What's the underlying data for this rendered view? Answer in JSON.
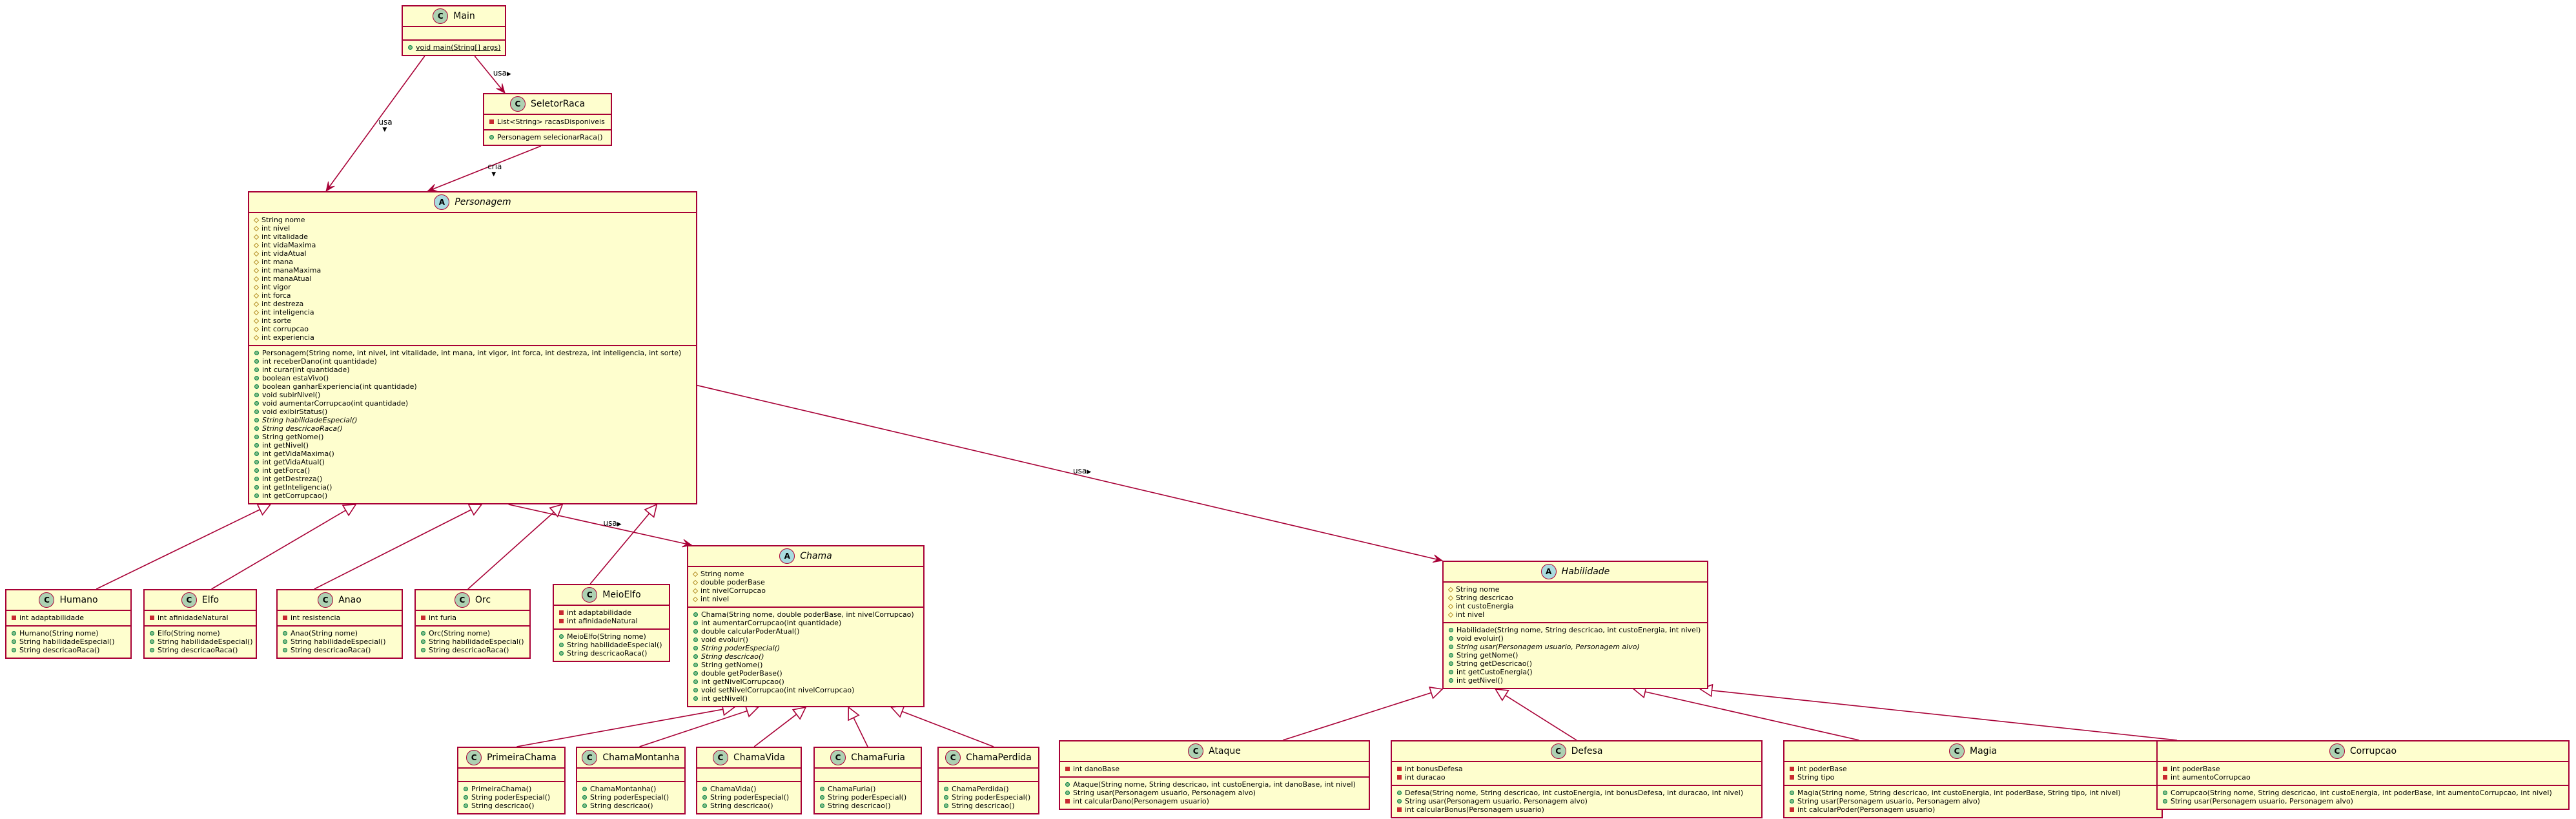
{
  "diagram": {
    "classes": [
      {
        "id": "Main",
        "name": "Main",
        "stereotype": "C",
        "abstract": false,
        "fields": [],
        "methods": [
          {
            "vis": "pub",
            "text": "void main(String[] args)",
            "static": true
          }
        ]
      },
      {
        "id": "SeletorRaca",
        "name": "SeletorRaca",
        "stereotype": "C",
        "abstract": false,
        "fields": [
          {
            "vis": "pri",
            "text": "List<String> racasDisponiveis"
          }
        ],
        "methods": [
          {
            "vis": "pub",
            "text": "Personagem selecionarRaca()"
          }
        ]
      },
      {
        "id": "Personagem",
        "name": "Personagem",
        "stereotype": "A",
        "abstract": true,
        "fields": [
          {
            "vis": "prot",
            "text": "String nome"
          },
          {
            "vis": "prot",
            "text": "int nivel"
          },
          {
            "vis": "prot",
            "text": "int vitalidade"
          },
          {
            "vis": "prot",
            "text": "int vidaMaxima"
          },
          {
            "vis": "prot",
            "text": "int vidaAtual"
          },
          {
            "vis": "prot",
            "text": "int mana"
          },
          {
            "vis": "prot",
            "text": "int manaMaxima"
          },
          {
            "vis": "prot",
            "text": "int manaAtual"
          },
          {
            "vis": "prot",
            "text": "int vigor"
          },
          {
            "vis": "prot",
            "text": "int forca"
          },
          {
            "vis": "prot",
            "text": "int destreza"
          },
          {
            "vis": "prot",
            "text": "int inteligencia"
          },
          {
            "vis": "prot",
            "text": "int sorte"
          },
          {
            "vis": "prot",
            "text": "int corrupcao"
          },
          {
            "vis": "prot",
            "text": "int experiencia"
          }
        ],
        "methods": [
          {
            "vis": "pub",
            "text": "Personagem(String nome, int nivel, int vitalidade, int mana, int vigor, int forca, int destreza, int inteligencia, int sorte)"
          },
          {
            "vis": "pub",
            "text": "int receberDano(int quantidade)"
          },
          {
            "vis": "pub",
            "text": "int curar(int quantidade)"
          },
          {
            "vis": "pub",
            "text": "boolean estaVivo()"
          },
          {
            "vis": "pub",
            "text": "boolean ganharExperiencia(int quantidade)"
          },
          {
            "vis": "pub",
            "text": "void subirNivel()"
          },
          {
            "vis": "pub",
            "text": "void aumentarCorrupcao(int quantidade)"
          },
          {
            "vis": "pub",
            "text": "void exibirStatus()"
          },
          {
            "vis": "pub",
            "text": "String habilidadeEspecial()",
            "italic": true
          },
          {
            "vis": "pub",
            "text": "String descricaoRaca()",
            "italic": true
          },
          {
            "vis": "pub",
            "text": "String getNome()"
          },
          {
            "vis": "pub",
            "text": "int getNivel()"
          },
          {
            "vis": "pub",
            "text": "int getVidaMaxima()"
          },
          {
            "vis": "pub",
            "text": "int getVidaAtual()"
          },
          {
            "vis": "pub",
            "text": "int getForca()"
          },
          {
            "vis": "pub",
            "text": "int getDestreza()"
          },
          {
            "vis": "pub",
            "text": "int getInteligencia()"
          },
          {
            "vis": "pub",
            "text": "int getCorrupcao()"
          }
        ]
      },
      {
        "id": "Humano",
        "name": "Humano",
        "stereotype": "C",
        "abstract": false,
        "fields": [
          {
            "vis": "pri",
            "text": "int adaptabilidade"
          }
        ],
        "methods": [
          {
            "vis": "pub",
            "text": "Humano(String nome)"
          },
          {
            "vis": "pub",
            "text": "String habilidadeEspecial()"
          },
          {
            "vis": "pub",
            "text": "String descricaoRaca()"
          }
        ]
      },
      {
        "id": "Elfo",
        "name": "Elfo",
        "stereotype": "C",
        "abstract": false,
        "fields": [
          {
            "vis": "pri",
            "text": "int afinidadeNatural"
          }
        ],
        "methods": [
          {
            "vis": "pub",
            "text": "Elfo(String nome)"
          },
          {
            "vis": "pub",
            "text": "String habilidadeEspecial()"
          },
          {
            "vis": "pub",
            "text": "String descricaoRaca()"
          }
        ]
      },
      {
        "id": "Anao",
        "name": "Anao",
        "stereotype": "C",
        "abstract": false,
        "fields": [
          {
            "vis": "pri",
            "text": "int resistencia"
          }
        ],
        "methods": [
          {
            "vis": "pub",
            "text": "Anao(String nome)"
          },
          {
            "vis": "pub",
            "text": "String habilidadeEspecial()"
          },
          {
            "vis": "pub",
            "text": "String descricaoRaca()"
          }
        ]
      },
      {
        "id": "Orc",
        "name": "Orc",
        "stereotype": "C",
        "abstract": false,
        "fields": [
          {
            "vis": "pri",
            "text": "int furia"
          }
        ],
        "methods": [
          {
            "vis": "pub",
            "text": "Orc(String nome)"
          },
          {
            "vis": "pub",
            "text": "String habilidadeEspecial()"
          },
          {
            "vis": "pub",
            "text": "String descricaoRaca()"
          }
        ]
      },
      {
        "id": "MeioElfo",
        "name": "MeioElfo",
        "stereotype": "C",
        "abstract": false,
        "fields": [
          {
            "vis": "pri",
            "text": "int adaptabilidade"
          },
          {
            "vis": "pri",
            "text": "int afinidadeNatural"
          }
        ],
        "methods": [
          {
            "vis": "pub",
            "text": "MeioElfo(String nome)"
          },
          {
            "vis": "pub",
            "text": "String habilidadeEspecial()"
          },
          {
            "vis": "pub",
            "text": "String descricaoRaca()"
          }
        ]
      },
      {
        "id": "Chama",
        "name": "Chama",
        "stereotype": "A",
        "abstract": true,
        "fields": [
          {
            "vis": "prot",
            "text": "String nome"
          },
          {
            "vis": "prot",
            "text": "double poderBase"
          },
          {
            "vis": "prot",
            "text": "int nivelCorrupcao"
          },
          {
            "vis": "prot",
            "text": "int nivel"
          }
        ],
        "methods": [
          {
            "vis": "pub",
            "text": "Chama(String nome, double poderBase, int nivelCorrupcao)"
          },
          {
            "vis": "pub",
            "text": "int aumentarCorrupcao(int quantidade)"
          },
          {
            "vis": "pub",
            "text": "double calcularPoderAtual()"
          },
          {
            "vis": "pub",
            "text": "void evoluir()"
          },
          {
            "vis": "pub",
            "text": "String poderEspecial()",
            "italic": true
          },
          {
            "vis": "pub",
            "text": "String descricao()",
            "italic": true
          },
          {
            "vis": "pub",
            "text": "String getNome()"
          },
          {
            "vis": "pub",
            "text": "double getPoderBase()"
          },
          {
            "vis": "pub",
            "text": "int getNivelCorrupcao()"
          },
          {
            "vis": "pub",
            "text": "void setNivelCorrupcao(int nivelCorrupcao)"
          },
          {
            "vis": "pub",
            "text": "int getNivel()"
          }
        ]
      },
      {
        "id": "PrimeiraChama",
        "name": "PrimeiraChama",
        "stereotype": "C",
        "abstract": false,
        "fields": [],
        "methods": [
          {
            "vis": "pub",
            "text": "PrimeiraChama()"
          },
          {
            "vis": "pub",
            "text": "String poderEspecial()"
          },
          {
            "vis": "pub",
            "text": "String descricao()"
          }
        ]
      },
      {
        "id": "ChamaMontanha",
        "name": "ChamaMontanha",
        "stereotype": "C",
        "abstract": false,
        "fields": [],
        "methods": [
          {
            "vis": "pub",
            "text": "ChamaMontanha()"
          },
          {
            "vis": "pub",
            "text": "String poderEspecial()"
          },
          {
            "vis": "pub",
            "text": "String descricao()"
          }
        ]
      },
      {
        "id": "ChamaVida",
        "name": "ChamaVida",
        "stereotype": "C",
        "abstract": false,
        "fields": [],
        "methods": [
          {
            "vis": "pub",
            "text": "ChamaVida()"
          },
          {
            "vis": "pub",
            "text": "String poderEspecial()"
          },
          {
            "vis": "pub",
            "text": "String descricao()"
          }
        ]
      },
      {
        "id": "ChamaFuria",
        "name": "ChamaFuria",
        "stereotype": "C",
        "abstract": false,
        "fields": [],
        "methods": [
          {
            "vis": "pub",
            "text": "ChamaFuria()"
          },
          {
            "vis": "pub",
            "text": "String poderEspecial()"
          },
          {
            "vis": "pub",
            "text": "String descricao()"
          }
        ]
      },
      {
        "id": "ChamaPerdida",
        "name": "ChamaPerdida",
        "stereotype": "C",
        "abstract": false,
        "fields": [],
        "methods": [
          {
            "vis": "pub",
            "text": "ChamaPerdida()"
          },
          {
            "vis": "pub",
            "text": "String poderEspecial()"
          },
          {
            "vis": "pub",
            "text": "String descricao()"
          }
        ]
      },
      {
        "id": "Habilidade",
        "name": "Habilidade",
        "stereotype": "A",
        "abstract": true,
        "fields": [
          {
            "vis": "prot",
            "text": "String nome"
          },
          {
            "vis": "prot",
            "text": "String descricao"
          },
          {
            "vis": "prot",
            "text": "int custoEnergia"
          },
          {
            "vis": "prot",
            "text": "int nivel"
          }
        ],
        "methods": [
          {
            "vis": "pub",
            "text": "Habilidade(String nome, String descricao, int custoEnergia, int nivel)"
          },
          {
            "vis": "pub",
            "text": "void evoluir()"
          },
          {
            "vis": "pub",
            "text": "String usar(Personagem usuario, Personagem alvo)",
            "italic": true
          },
          {
            "vis": "pub",
            "text": "String getNome()"
          },
          {
            "vis": "pub",
            "text": "String getDescricao()"
          },
          {
            "vis": "pub",
            "text": "int getCustoEnergia()"
          },
          {
            "vis": "pub",
            "text": "int getNivel()"
          }
        ]
      },
      {
        "id": "Ataque",
        "name": "Ataque",
        "stereotype": "C",
        "abstract": false,
        "fields": [
          {
            "vis": "pri",
            "text": "int danoBase"
          }
        ],
        "methods": [
          {
            "vis": "pub",
            "text": "Ataque(String nome, String descricao, int custoEnergia, int danoBase, int nivel)"
          },
          {
            "vis": "pub",
            "text": "String usar(Personagem usuario, Personagem alvo)"
          },
          {
            "vis": "pri",
            "text": "int calcularDano(Personagem usuario)"
          }
        ]
      },
      {
        "id": "Defesa",
        "name": "Defesa",
        "stereotype": "C",
        "abstract": false,
        "fields": [
          {
            "vis": "pri",
            "text": "int bonusDefesa"
          },
          {
            "vis": "pri",
            "text": "int duracao"
          }
        ],
        "methods": [
          {
            "vis": "pub",
            "text": "Defesa(String nome, String descricao, int custoEnergia, int bonusDefesa, int duracao, int nivel)"
          },
          {
            "vis": "pub",
            "text": "String usar(Personagem usuario, Personagem alvo)"
          },
          {
            "vis": "pri",
            "text": "int calcularBonus(Personagem usuario)"
          }
        ]
      },
      {
        "id": "Magia",
        "name": "Magia",
        "stereotype": "C",
        "abstract": false,
        "fields": [
          {
            "vis": "pri",
            "text": "int poderBase"
          },
          {
            "vis": "pri",
            "text": "String tipo"
          }
        ],
        "methods": [
          {
            "vis": "pub",
            "text": "Magia(String nome, String descricao, int custoEnergia, int poderBase, String tipo, int nivel)"
          },
          {
            "vis": "pub",
            "text": "String usar(Personagem usuario, Personagem alvo)"
          },
          {
            "vis": "pri",
            "text": "int calcularPoder(Personagem usuario)"
          }
        ]
      },
      {
        "id": "Corrupcao",
        "name": "Corrupcao",
        "stereotype": "C",
        "abstract": false,
        "fields": [
          {
            "vis": "pri",
            "text": "int poderBase"
          },
          {
            "vis": "pri",
            "text": "int aumentoCorrupcao"
          }
        ],
        "methods": [
          {
            "vis": "pub",
            "text": "Corrupcao(String nome, String descricao, int custoEnergia, int poderBase, int aumentoCorrupcao, int nivel)"
          },
          {
            "vis": "pub",
            "text": "String usar(Personagem usuario, Personagem alvo)"
          }
        ]
      }
    ],
    "relations": [
      {
        "from": "Main",
        "to": "Personagem",
        "kind": "association",
        "label": "usa",
        "arrow": "▼"
      },
      {
        "from": "Main",
        "to": "SeletorRaca",
        "kind": "association",
        "label": "usa",
        "arrow": "▶"
      },
      {
        "from": "SeletorRaca",
        "to": "Personagem",
        "kind": "association",
        "label": "cria",
        "arrow": "▼"
      },
      {
        "from": "Personagem",
        "to": "Chama",
        "kind": "association",
        "label": "usa",
        "arrow": "▶"
      },
      {
        "from": "Personagem",
        "to": "Habilidade",
        "kind": "association",
        "label": "usa",
        "arrow": "▶"
      },
      {
        "from": "Humano",
        "to": "Personagem",
        "kind": "inheritance"
      },
      {
        "from": "Elfo",
        "to": "Personagem",
        "kind": "inheritance"
      },
      {
        "from": "Anao",
        "to": "Personagem",
        "kind": "inheritance"
      },
      {
        "from": "Orc",
        "to": "Personagem",
        "kind": "inheritance"
      },
      {
        "from": "MeioElfo",
        "to": "Personagem",
        "kind": "inheritance"
      },
      {
        "from": "PrimeiraChama",
        "to": "Chama",
        "kind": "inheritance"
      },
      {
        "from": "ChamaMontanha",
        "to": "Chama",
        "kind": "inheritance"
      },
      {
        "from": "ChamaVida",
        "to": "Chama",
        "kind": "inheritance"
      },
      {
        "from": "ChamaFuria",
        "to": "Chama",
        "kind": "inheritance"
      },
      {
        "from": "ChamaPerdida",
        "to": "Chama",
        "kind": "inheritance"
      },
      {
        "from": "Ataque",
        "to": "Habilidade",
        "kind": "inheritance"
      },
      {
        "from": "Defesa",
        "to": "Habilidade",
        "kind": "inheritance"
      },
      {
        "from": "Magia",
        "to": "Habilidade",
        "kind": "inheritance"
      },
      {
        "from": "Corrupcao",
        "to": "Habilidade",
        "kind": "inheritance"
      }
    ]
  },
  "colors": {
    "class_fill": "#FEFECE",
    "border": "#A80036",
    "edge": "#A80036",
    "class_circle": "#ADD1B2",
    "abstract_circle": "#A9DCDF"
  }
}
